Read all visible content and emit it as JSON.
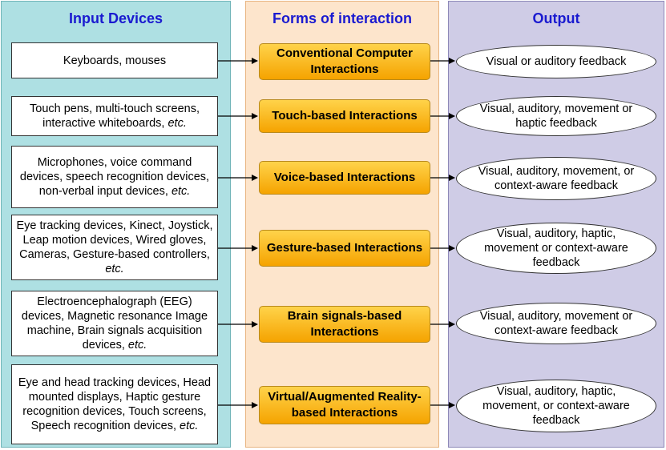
{
  "columns": {
    "input_title": "Input Devices",
    "forms_title": "Forms of interaction",
    "output_title": "Output"
  },
  "colors": {
    "input_bg": "#aee0e3",
    "forms_bg": "#fde5cc",
    "output_bg": "#cfcce6",
    "title_text": "#1a1ad0",
    "form_box_top": "#ffd34a",
    "form_box_bottom": "#f5a300"
  },
  "rows": [
    {
      "input": "Keyboards, mouses",
      "input_etc": "",
      "form": "Conventional Computer Interactions",
      "output": "Visual or auditory feedback"
    },
    {
      "input": "Touch pens, multi-touch screens, interactive whiteboards,",
      "input_etc": "etc.",
      "form": "Touch-based Interactions",
      "output": "Visual, auditory, movement or haptic feedback"
    },
    {
      "input": "Microphones, voice command devices, speech recognition devices, non-verbal input devices,",
      "input_etc": "etc.",
      "form": "Voice-based Interactions",
      "output": "Visual, auditory, movement, or context-aware feedback"
    },
    {
      "input": "Eye tracking devices, Kinect, Joystick, Leap motion devices, Wired gloves, Cameras, Gesture-based controllers,",
      "input_etc": "etc.",
      "form": "Gesture-based Interactions",
      "output": "Visual, auditory, haptic, movement or context-aware feedback"
    },
    {
      "input": "Electroencephalograph (EEG) devices, Magnetic resonance Image machine, Brain signals acquisition devices,",
      "input_etc": "etc.",
      "form": "Brain signals-based Interactions",
      "output": "Visual, auditory, movement or context-aware feedback"
    },
    {
      "input": "Eye and head tracking devices, Head mounted displays, Haptic gesture recognition devices, Touch screens, Speech recognition devices,",
      "input_etc": "etc.",
      "form": "Virtual/Augmented Reality-based Interactions",
      "output": "Visual, auditory, haptic, movement, or context-aware feedback"
    }
  ]
}
